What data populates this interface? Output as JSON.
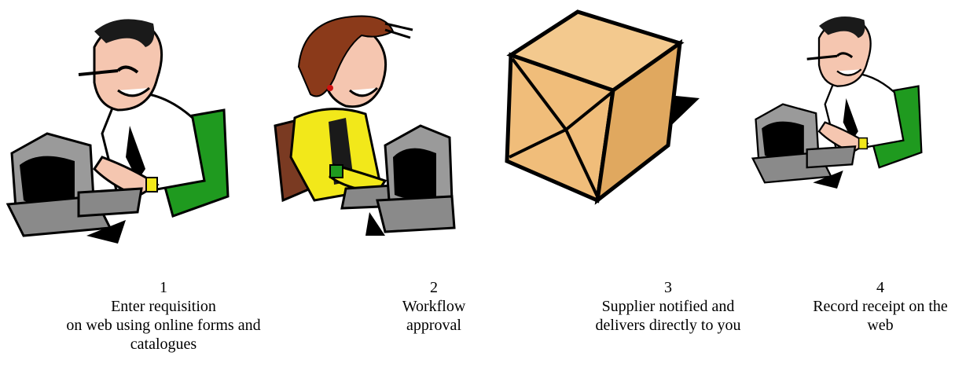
{
  "steps": [
    {
      "number": "1",
      "lines": [
        "Enter requisition",
        "on web using online forms and",
        "catalogues"
      ],
      "illustration": "man-typing-at-computer"
    },
    {
      "number": "2",
      "lines": [
        "Workflow",
        "approval"
      ],
      "illustration": "woman-typing-at-computer"
    },
    {
      "number": "3",
      "lines": [
        "Supplier notified and",
        "delivers directly to you"
      ],
      "illustration": "cardboard-box"
    },
    {
      "number": "4",
      "lines": [
        "Record receipt on the",
        "web"
      ],
      "illustration": "man-typing-at-computer"
    }
  ],
  "colors": {
    "skin": "#f5c6b0",
    "hair": "#1a1a1a",
    "woman_hair": "#8b3a1a",
    "jacket": "#f2e81a",
    "chair": "#1f9a1f",
    "chair_brown": "#7a3a22",
    "monitor": "#9a9a9a",
    "box": "#f0bd7a",
    "shadow": "#000000"
  }
}
